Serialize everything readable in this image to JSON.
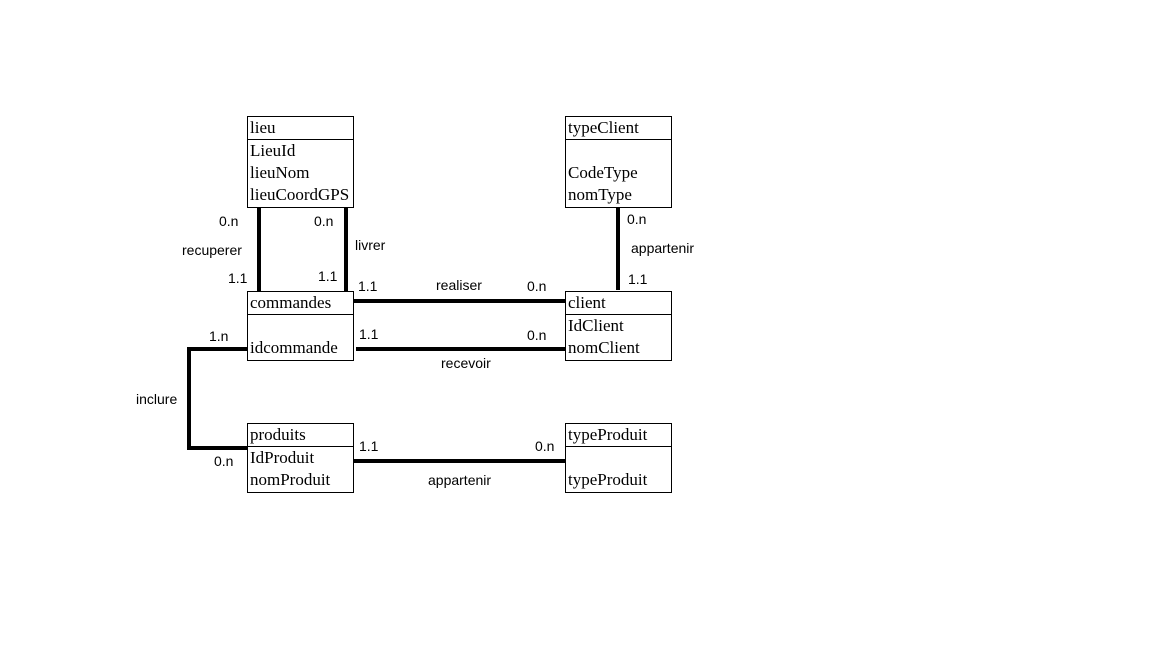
{
  "entities": {
    "lieu": {
      "title": "lieu",
      "attrs": [
        "LieuId",
        "lieuNom",
        "lieuCoordGPS"
      ]
    },
    "typeClient": {
      "title": "typeClient",
      "attrs": [
        "",
        "CodeType",
        "nomType"
      ]
    },
    "commandes": {
      "title": "commandes",
      "attrs": [
        "",
        "idcommande"
      ]
    },
    "client": {
      "title": "client",
      "attrs": [
        "IdClient",
        "nomClient"
      ]
    },
    "produits": {
      "title": "produits",
      "attrs": [
        "IdProduit",
        "nomProduit"
      ]
    },
    "typeProduit": {
      "title": "typeProduit",
      "attrs": [
        "",
        "typeProduit"
      ]
    }
  },
  "relations": {
    "recuperer": {
      "name": "recuperer",
      "card_top": "0.n",
      "card_bottom": "1.1"
    },
    "livrer": {
      "name": "livrer",
      "card_top": "0.n",
      "card_bottom": "1.1"
    },
    "realiser": {
      "name": "realiser",
      "card_left": "1.1",
      "card_right": "0.n"
    },
    "recevoir": {
      "name": "recevoir",
      "card_left": "1.1",
      "card_right": "0.n"
    },
    "appartenir_client": {
      "name": "appartenir",
      "card_top": "0.n",
      "card_bottom": "1.1"
    },
    "inclure": {
      "name": "inclure",
      "card_top": "1.n",
      "card_bottom": "0.n"
    },
    "appartenir_produit": {
      "name": "appartenir",
      "card_left": "1.1",
      "card_right": "0.n"
    }
  },
  "colors": {
    "line": "#000000",
    "background": "#ffffff"
  }
}
